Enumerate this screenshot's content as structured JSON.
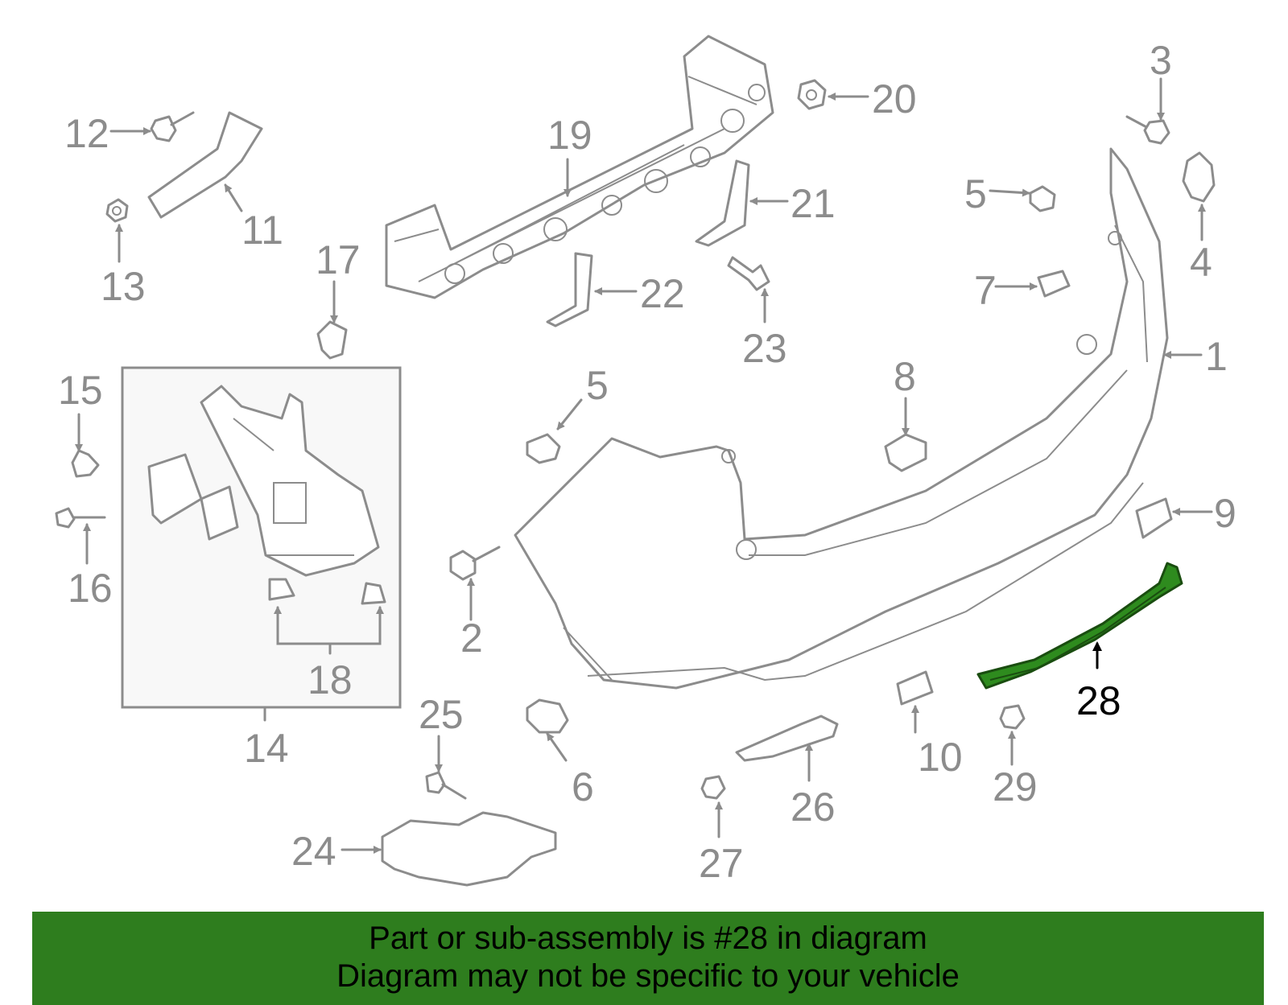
{
  "diagram": {
    "highlight_color": "#2e8b1e",
    "line_color": "#8c8c8c",
    "labels": {
      "n1": "1",
      "n2": "2",
      "n3": "3",
      "n4": "4",
      "n5a": "5",
      "n5b": "5",
      "n6": "6",
      "n7": "7",
      "n8": "8",
      "n9": "9",
      "n10": "10",
      "n11": "11",
      "n12": "12",
      "n13": "13",
      "n14": "14",
      "n15": "15",
      "n16": "16",
      "n17": "17",
      "n18": "18",
      "n19": "19",
      "n20": "20",
      "n21": "21",
      "n22": "22",
      "n23": "23",
      "n24": "24",
      "n25": "25",
      "n26": "26",
      "n27": "27",
      "n28": "28",
      "n29": "29"
    }
  },
  "banner": {
    "line1": "Part or sub-assembly is #28 in diagram",
    "line2": "Diagram may not be specific to your vehicle",
    "background": "#2e7d1e"
  }
}
